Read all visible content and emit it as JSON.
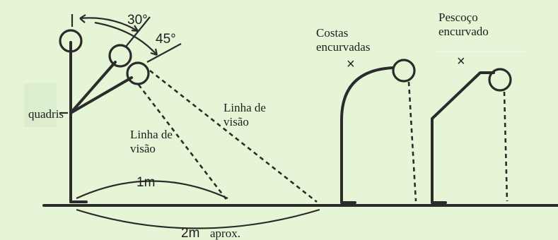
{
  "angles": {
    "a30": "30°",
    "a45": "45°"
  },
  "labels": {
    "hips": "quadris",
    "sightline_near": [
      "Linha de",
      "visão"
    ],
    "sightline_far": [
      "Linha de",
      "visão"
    ],
    "back": [
      "Costas",
      "encurvadas"
    ],
    "neck": [
      "Pescoço",
      "encurvado"
    ],
    "wrong_mark": "×"
  },
  "distances": {
    "near_num": "1m",
    "far_num": "2m",
    "far_suffix": "aprox."
  }
}
